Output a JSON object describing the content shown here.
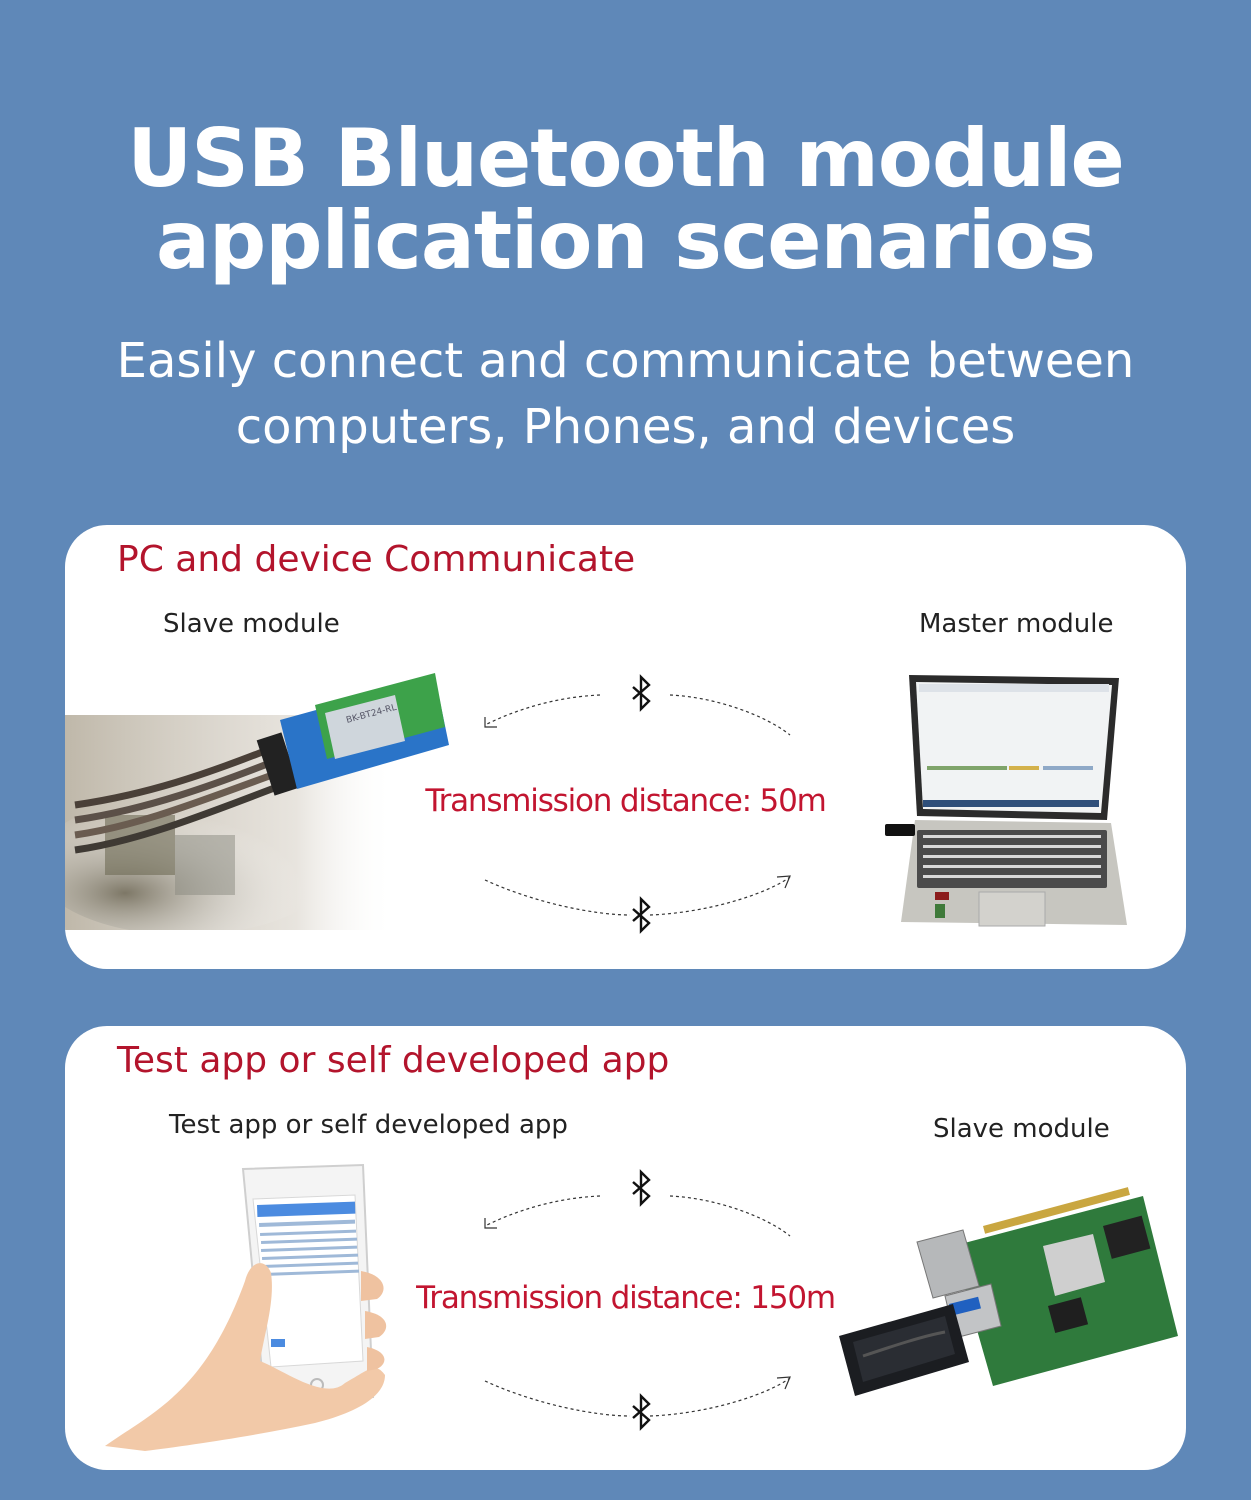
{
  "header": {
    "title_line1": "USB Bluetooth module",
    "title_line2": "application scenarios",
    "subtitle_line1": "Easily connect and communicate between",
    "subtitle_line2": "computers, Phones, and devices"
  },
  "cards": [
    {
      "heading": "PC and device Communicate",
      "left_label": "Slave module",
      "right_label": "Master module",
      "distance": "Transmission distance: 50m",
      "module_print": "BK-BT24-RL"
    },
    {
      "heading": "Test app or self developed app",
      "left_label": "Test app or self developed app",
      "right_label": "Slave module",
      "distance": "Transmission distance: 150m"
    }
  ],
  "colors": {
    "background": "#5f88b8",
    "card": "#ffffff",
    "accent_red": "#b3142c"
  },
  "icons": [
    "bluetooth-icon",
    "curved-arrow-icon"
  ]
}
